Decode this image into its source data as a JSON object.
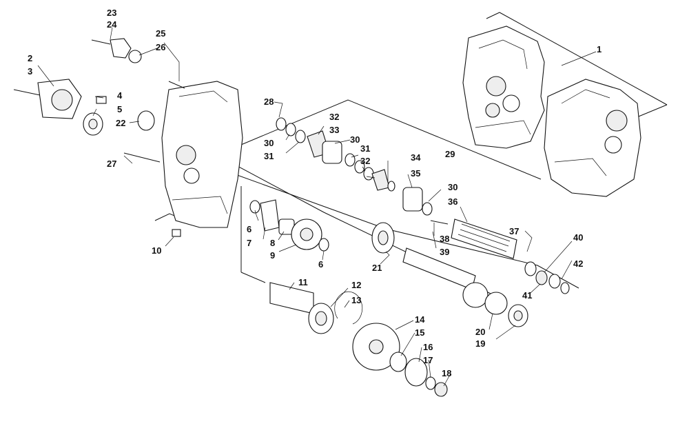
{
  "labels": [
    {
      "id": "l23",
      "text": "23"
    },
    {
      "id": "l24",
      "text": "24"
    },
    {
      "id": "l25",
      "text": "25"
    },
    {
      "id": "l26",
      "text": "26"
    },
    {
      "id": "l2",
      "text": "2"
    },
    {
      "id": "l3",
      "text": "3"
    },
    {
      "id": "l4",
      "text": "4"
    },
    {
      "id": "l5",
      "text": "5"
    },
    {
      "id": "l22",
      "text": "22"
    },
    {
      "id": "l27",
      "text": "27"
    },
    {
      "id": "l10",
      "text": "10"
    },
    {
      "id": "l1",
      "text": "1"
    },
    {
      "id": "l28",
      "text": "28"
    },
    {
      "id": "l30a",
      "text": "30"
    },
    {
      "id": "l31a",
      "text": "31"
    },
    {
      "id": "l32a",
      "text": "32"
    },
    {
      "id": "l33",
      "text": "33"
    },
    {
      "id": "l30b",
      "text": "30"
    },
    {
      "id": "l31b",
      "text": "31"
    },
    {
      "id": "l32b",
      "text": "32"
    },
    {
      "id": "l29",
      "text": "29"
    },
    {
      "id": "l34",
      "text": "34"
    },
    {
      "id": "l35",
      "text": "35"
    },
    {
      "id": "l30c",
      "text": "30"
    },
    {
      "id": "l36",
      "text": "36"
    },
    {
      "id": "l37",
      "text": "37"
    },
    {
      "id": "l38",
      "text": "38"
    },
    {
      "id": "l39",
      "text": "39"
    },
    {
      "id": "l40",
      "text": "40"
    },
    {
      "id": "l42",
      "text": "42"
    },
    {
      "id": "l41",
      "text": "41"
    },
    {
      "id": "l6a",
      "text": "6"
    },
    {
      "id": "l7",
      "text": "7"
    },
    {
      "id": "l8",
      "text": "8"
    },
    {
      "id": "l9",
      "text": "9"
    },
    {
      "id": "l6b",
      "text": "6"
    },
    {
      "id": "l21",
      "text": "21"
    },
    {
      "id": "l11",
      "text": "11"
    },
    {
      "id": "l12",
      "text": "12"
    },
    {
      "id": "l13",
      "text": "13"
    },
    {
      "id": "l14",
      "text": "14"
    },
    {
      "id": "l15",
      "text": "15"
    },
    {
      "id": "l16",
      "text": "16"
    },
    {
      "id": "l17",
      "text": "17"
    },
    {
      "id": "l18",
      "text": "18"
    },
    {
      "id": "l20",
      "text": "20"
    },
    {
      "id": "l19",
      "text": "19"
    }
  ]
}
